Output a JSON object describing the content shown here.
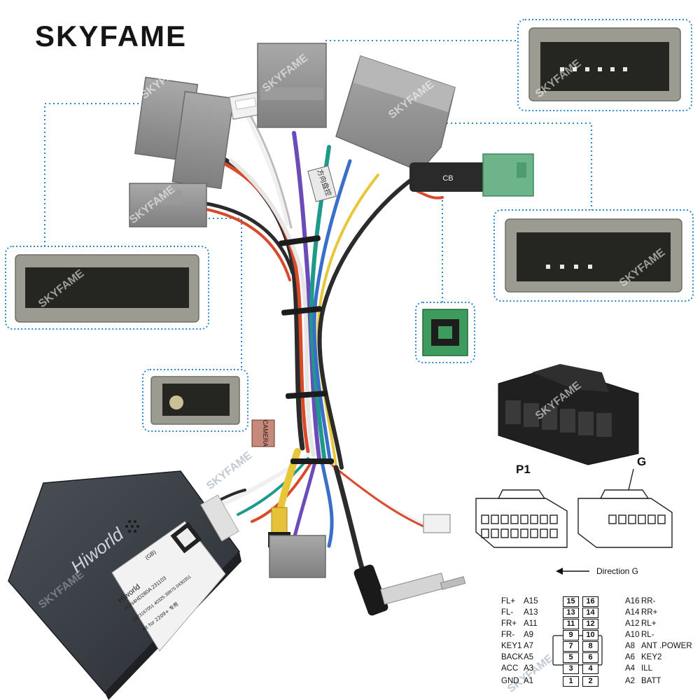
{
  "brand": {
    "name": "SKYFAME"
  },
  "watermark": {
    "text": "SKYFAME"
  },
  "labels": {
    "camera_tag": "CAMERA",
    "tag_text": "方向盘控",
    "cb_mark": "CB",
    "box_brand": "Hiworld",
    "sticker_brand": "Hiworld",
    "sticker_gb": "(GB)",
    "sticker_model": "H1N4HD280A   231103",
    "sticker_serial": "2973167051 40325 39975 0430351",
    "sticker_for": "Fit for  2209+ 专用",
    "p1": "P1",
    "g": "G",
    "direction": "Direction G"
  },
  "colors": {
    "accent_dotted": "#2f86d0",
    "connector_gray": "#8f8f8f",
    "connector_green": "#6db48a",
    "box_body": "#3a3e46"
  },
  "pinout": [
    {
      "left_name": "FL+",
      "left_pin": "A15",
      "left_no": "15",
      "right_no": "16",
      "right_pin": "A16",
      "right_name": "RR-"
    },
    {
      "left_name": "FL-",
      "left_pin": "A13",
      "left_no": "13",
      "right_no": "14",
      "right_pin": "A14",
      "right_name": "RR+"
    },
    {
      "left_name": "FR+",
      "left_pin": "A11",
      "left_no": "11",
      "right_no": "12",
      "right_pin": "A12",
      "right_name": "RL+"
    },
    {
      "left_name": "FR-",
      "left_pin": "A9",
      "left_no": "9",
      "right_no": "10",
      "right_pin": "A10",
      "right_name": "RL-"
    },
    {
      "left_name": "KEY1",
      "left_pin": "A7",
      "left_no": "7",
      "right_no": "8",
      "right_pin": "A8",
      "right_name": "ANT .POWER"
    },
    {
      "left_name": "BACK",
      "left_pin": "A5",
      "left_no": "5",
      "right_no": "6",
      "right_pin": "A6",
      "right_name": "KEY2"
    },
    {
      "left_name": "ACC",
      "left_pin": "A3",
      "left_no": "3",
      "right_no": "4",
      "right_pin": "A4",
      "right_name": "ILL"
    },
    {
      "left_name": "GND",
      "left_pin": "A1",
      "left_no": "1",
      "right_no": "2",
      "right_pin": "A2",
      "right_name": "BATT"
    }
  ]
}
